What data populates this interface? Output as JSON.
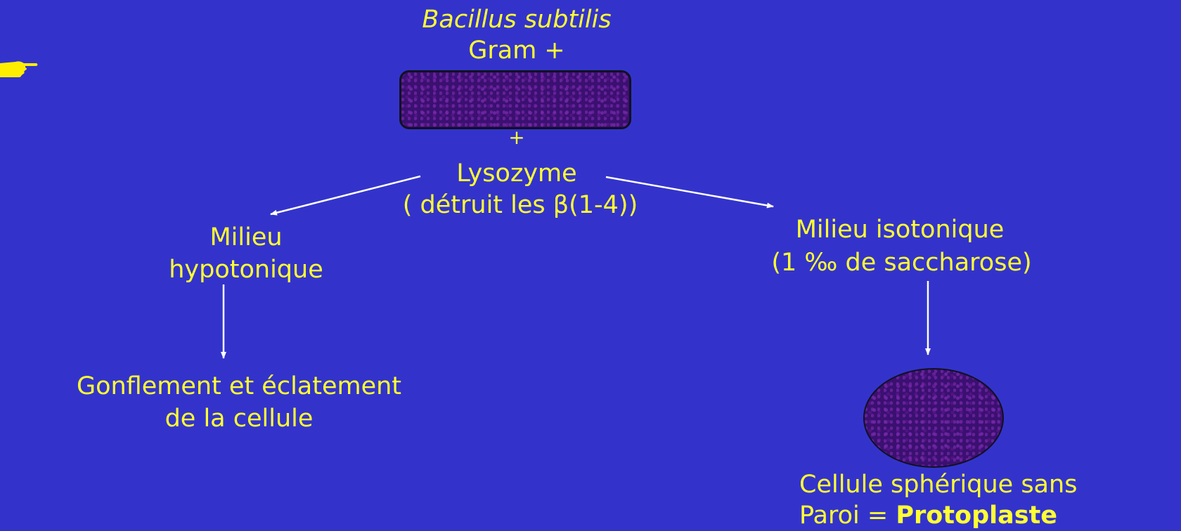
{
  "diagram": {
    "top": {
      "title": "Bacillus subtilis",
      "gram": "Gram +",
      "plus": "+",
      "enzyme": "Lysozyme",
      "action": "( détruit les β(1-4))"
    },
    "left_branch": {
      "medium_line1": "Milieu",
      "medium_line2": "hypotonique",
      "result_line1": "Gonflement et éclatement",
      "result_line2": "de la cellule"
    },
    "right_branch": {
      "medium_line1": "Milieu isotonique",
      "medium_line2": "(1 ‰ de saccharose)",
      "result_line1": "Cellule sphérique sans",
      "result_line2_prefix": "Paroi = ",
      "result_line2_bold": "Protoplaste"
    }
  },
  "colors": {
    "background": "#3333cc",
    "text": "#ffff33",
    "arrows": "#ffffff",
    "cell_fill": "#3a1070"
  },
  "icons": {
    "pointer": "pointing-hand-icon"
  }
}
